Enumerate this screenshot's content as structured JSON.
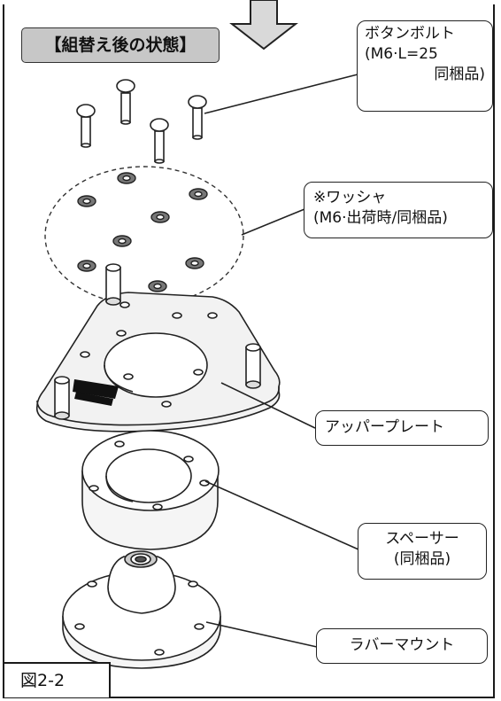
{
  "title": "【組替え後の状態】",
  "figure_number": "図2-2",
  "callouts": {
    "bolt": {
      "line1": "ボタンボルト",
      "line2": "(M6·L=25",
      "line3": "同梱品)"
    },
    "washer": {
      "line1": "※ワッシャ",
      "line2": "(M6·出荷時/同梱品)"
    },
    "upper_plate": {
      "line1": "アッパープレート"
    },
    "spacer": {
      "line1": "スペーサー",
      "line2": "(同梱品)"
    },
    "rubber_mount": {
      "line1": "ラバーマウント"
    }
  },
  "colors": {
    "title_bg": "#c7c7c7",
    "line": "#222222",
    "arrow_fill": "#d9d9d9"
  }
}
